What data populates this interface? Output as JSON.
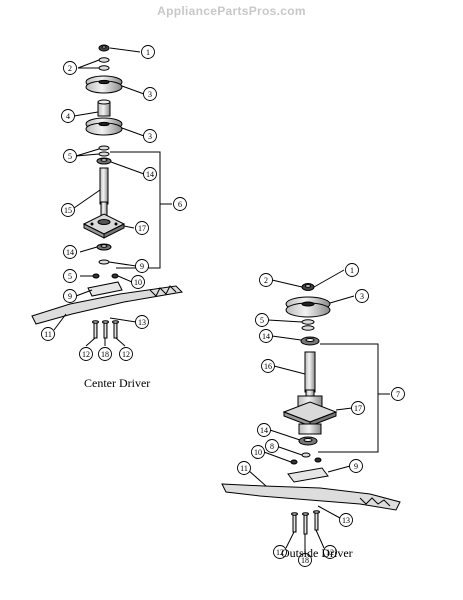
{
  "watermark": "AppliancePartsPros.com",
  "captions": {
    "center": "Center Driver",
    "outside": "Outside Driver"
  },
  "callouts": {
    "center": [
      "1",
      "2",
      "3",
      "4",
      "3",
      "5",
      "14",
      "15",
      "17",
      "6",
      "14",
      "9",
      "5",
      "9",
      "10",
      "11",
      "13",
      "12",
      "18",
      "12"
    ],
    "outside": [
      "1",
      "2",
      "3",
      "5",
      "14",
      "16",
      "7",
      "17",
      "14",
      "8",
      "10",
      "9",
      "11",
      "13",
      "12",
      "18",
      "12"
    ]
  }
}
